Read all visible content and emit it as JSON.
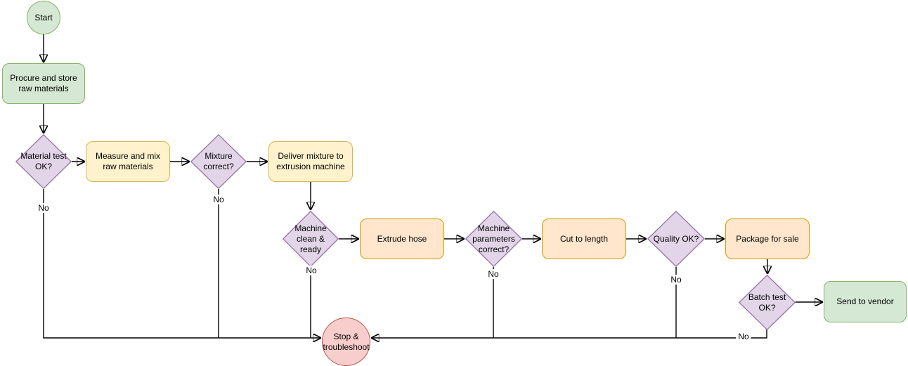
{
  "diagram": {
    "type": "flowchart",
    "nodes": {
      "start": {
        "label": "Start",
        "shape": "circle",
        "fill": "#d5e8d4",
        "stroke": "#82b366"
      },
      "procure": {
        "label": "Procure and store raw materials",
        "shape": "rounded-rect",
        "fill": "#d5e8d4",
        "stroke": "#82b366"
      },
      "material_test": {
        "label": "Material test OK?",
        "shape": "diamond",
        "fill": "#e1d5e7",
        "stroke": "#9673a6"
      },
      "measure_mix": {
        "label": "Measure and mix raw materials",
        "shape": "rounded-rect",
        "fill": "#fff2cc",
        "stroke": "#d6b656"
      },
      "mixture_correct": {
        "label": "Mixture correct?",
        "shape": "diamond",
        "fill": "#e1d5e7",
        "stroke": "#9673a6"
      },
      "deliver_mixture": {
        "label": "Deliver mixture to extrusion machine",
        "shape": "rounded-rect",
        "fill": "#fff2cc",
        "stroke": "#d6b656"
      },
      "machine_clean": {
        "label": "Machine clean & ready",
        "shape": "diamond",
        "fill": "#e1d5e7",
        "stroke": "#9673a6"
      },
      "extrude_hose": {
        "label": "Extrude hose",
        "shape": "rounded-rect",
        "fill": "#ffe6cc",
        "stroke": "#d79b00"
      },
      "machine_parameters": {
        "label": "Machine parameters correct?",
        "shape": "diamond",
        "fill": "#e1d5e7",
        "stroke": "#9673a6"
      },
      "cut_to_length": {
        "label": "Cut to length",
        "shape": "rounded-rect",
        "fill": "#ffe6cc",
        "stroke": "#d79b00"
      },
      "quality_ok": {
        "label": "Quality OK?",
        "shape": "diamond",
        "fill": "#e1d5e7",
        "stroke": "#9673a6"
      },
      "package_for_sale": {
        "label": "Package for sale",
        "shape": "rounded-rect",
        "fill": "#ffe6cc",
        "stroke": "#d79b00"
      },
      "batch_test": {
        "label": "Batch test OK?",
        "shape": "diamond",
        "fill": "#e1d5e7",
        "stroke": "#9673a6"
      },
      "send_to_vendor": {
        "label": "Send to vendor",
        "shape": "rounded-rect",
        "fill": "#d5e8d4",
        "stroke": "#82b366"
      },
      "stop": {
        "label": "Stop & troubleshoot",
        "shape": "circle",
        "fill": "#f8cecc",
        "stroke": "#b85450"
      }
    },
    "edge_labels": {
      "material_test_no": "No",
      "mixture_correct_no": "No",
      "machine_clean_no": "No",
      "machine_parameters_no": "No",
      "quality_ok_no": "No",
      "batch_test_no": "No"
    },
    "connector_color": "#000000"
  }
}
